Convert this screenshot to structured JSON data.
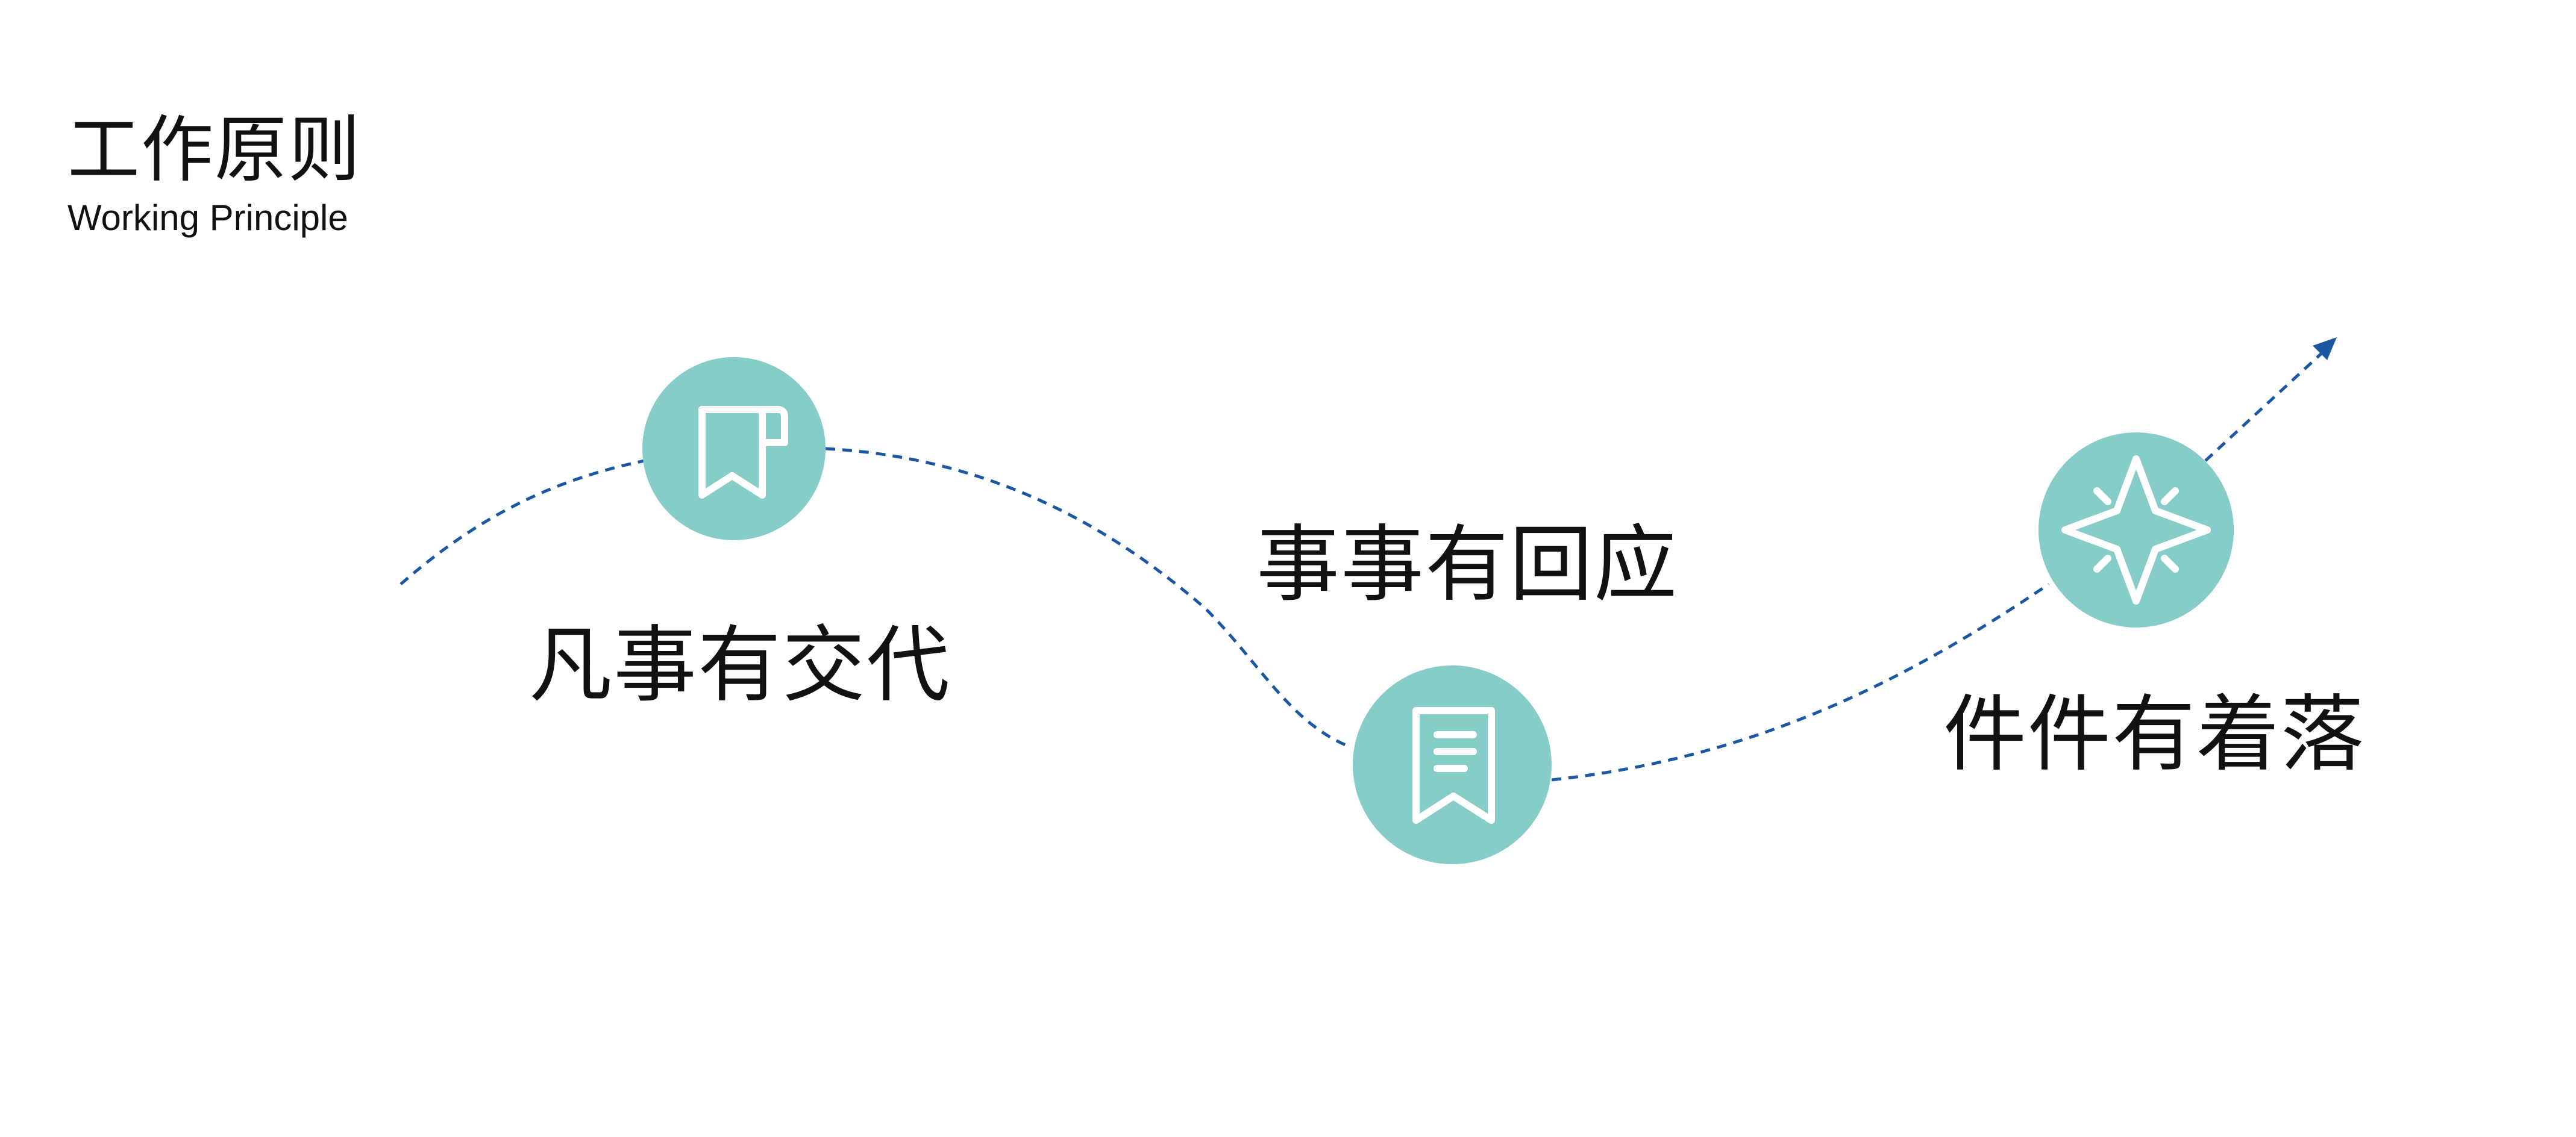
{
  "header": {
    "title_cn": "工作原则",
    "title_en": "Working Principle"
  },
  "colors": {
    "circle_fill": "#86CCC9",
    "path_stroke": "#1B57A3",
    "icon_stroke": "#FFFFFF",
    "text": "#111111"
  },
  "steps": [
    {
      "label": "凡事有交代",
      "icon": "bookmark-icon"
    },
    {
      "label": "事事有回应",
      "icon": "document-bookmark-icon"
    },
    {
      "label": "件件有着落",
      "icon": "four-point-star-icon"
    }
  ]
}
